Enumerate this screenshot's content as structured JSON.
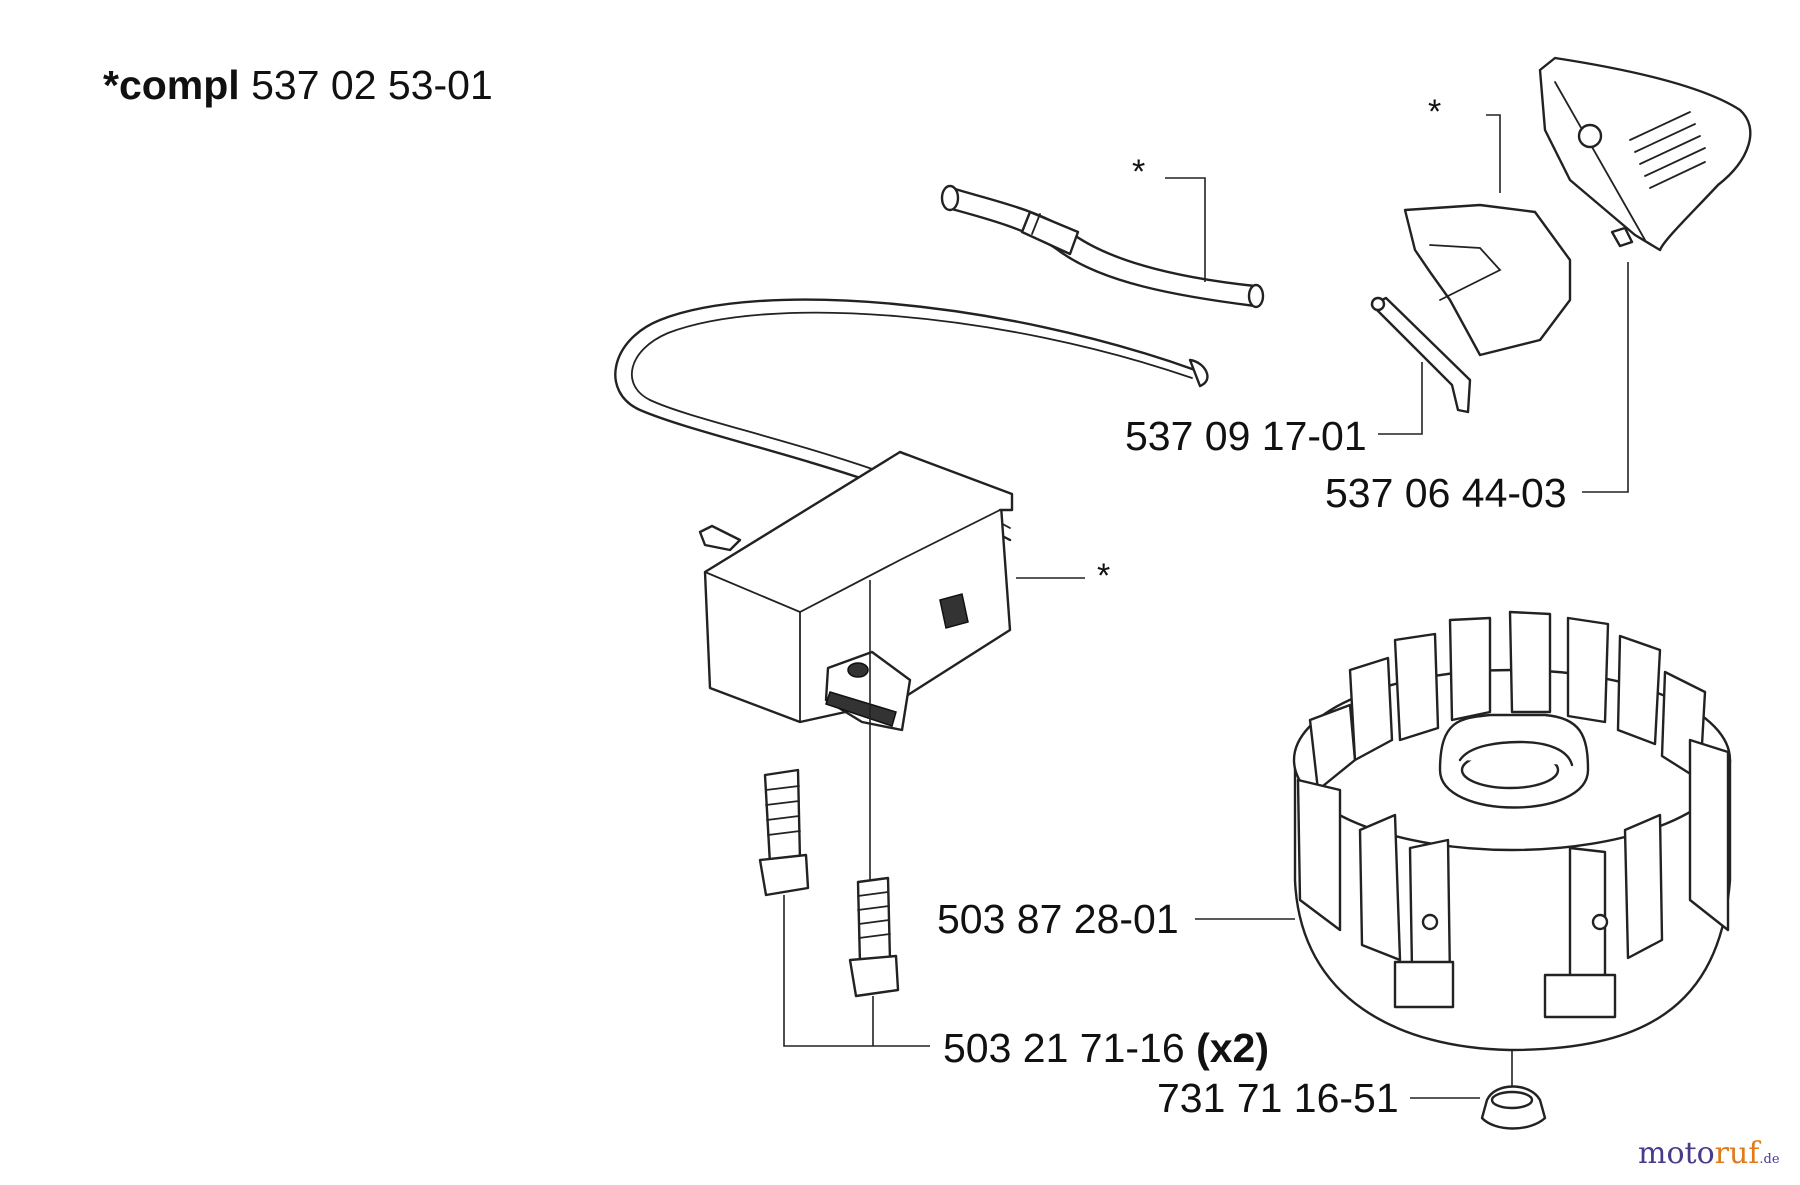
{
  "assembly": {
    "prefix": "*compl",
    "number": "537 02 53-01"
  },
  "markers": {
    "hose": "*",
    "cover_plate": "*",
    "coil": "*"
  },
  "parts": {
    "spacer": "537 09 17-01",
    "air_guide": "537 06 44-03",
    "flywheel": "503 87 28-01",
    "screw": "503 21 71-16",
    "screw_qty": "(x2)",
    "nut": "731 71 16-51"
  },
  "watermark": {
    "brand_a": "moto",
    "brand_b": "ruf",
    "suffix": ".de"
  }
}
